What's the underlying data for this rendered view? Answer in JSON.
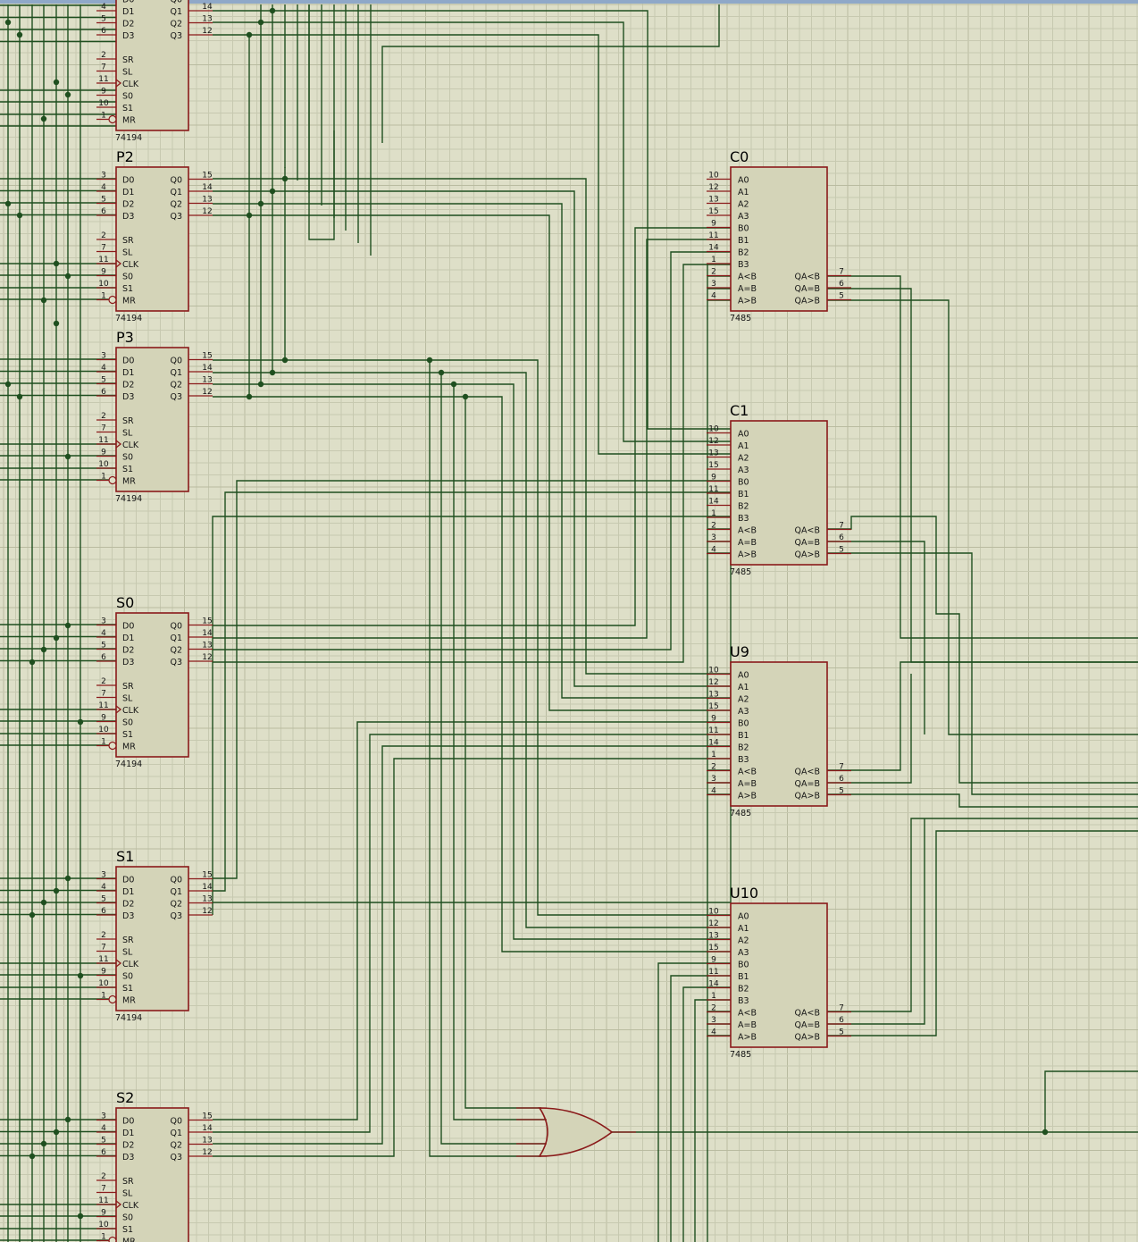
{
  "colors": {
    "background": "#dedfc8",
    "wire": "#1f4f1f",
    "component_outline": "#8a1a1a",
    "component_fill": "#d4d4b8"
  },
  "shift_register": {
    "part": "74194",
    "left_pins": [
      {
        "num": "3",
        "name": "D0"
      },
      {
        "num": "4",
        "name": "D1"
      },
      {
        "num": "5",
        "name": "D2"
      },
      {
        "num": "6",
        "name": "D3"
      },
      {
        "num": "2",
        "name": "SR"
      },
      {
        "num": "7",
        "name": "SL"
      },
      {
        "num": "11",
        "name": "CLK"
      },
      {
        "num": "9",
        "name": "S0"
      },
      {
        "num": "10",
        "name": "S1"
      },
      {
        "num": "1",
        "name": "MR"
      }
    ],
    "right_pins": [
      {
        "num": "15",
        "name": "Q0"
      },
      {
        "num": "14",
        "name": "Q1"
      },
      {
        "num": "13",
        "name": "Q2"
      },
      {
        "num": "12",
        "name": "Q3"
      }
    ]
  },
  "comparator": {
    "part": "7485",
    "left_pins": [
      {
        "num": "10",
        "name": "A0"
      },
      {
        "num": "12",
        "name": "A1"
      },
      {
        "num": "13",
        "name": "A2"
      },
      {
        "num": "15",
        "name": "A3"
      },
      {
        "num": "9",
        "name": "B0"
      },
      {
        "num": "11",
        "name": "B1"
      },
      {
        "num": "14",
        "name": "B2"
      },
      {
        "num": "1",
        "name": "B3"
      },
      {
        "num": "2",
        "name": "A<B"
      },
      {
        "num": "3",
        "name": "A=B"
      },
      {
        "num": "4",
        "name": "A>B"
      }
    ],
    "right_pins": [
      {
        "num": "7",
        "name": "QA<B"
      },
      {
        "num": "6",
        "name": "QA=B"
      },
      {
        "num": "5",
        "name": "QA>B"
      }
    ]
  },
  "registers": [
    {
      "name": "",
      "part": "74194"
    },
    {
      "name": "P2",
      "part": "74194"
    },
    {
      "name": "P3",
      "part": "74194"
    },
    {
      "name": "S0",
      "part": "74194"
    },
    {
      "name": "S1",
      "part": "74194"
    },
    {
      "name": "S2",
      "part": "74194"
    }
  ],
  "comparators": [
    {
      "name": "C0",
      "part": "7485"
    },
    {
      "name": "C1",
      "part": "7485"
    },
    {
      "name": "U9",
      "part": "7485"
    },
    {
      "name": "U10",
      "part": "7485"
    }
  ],
  "gates": [
    {
      "type": "or-gate"
    }
  ]
}
